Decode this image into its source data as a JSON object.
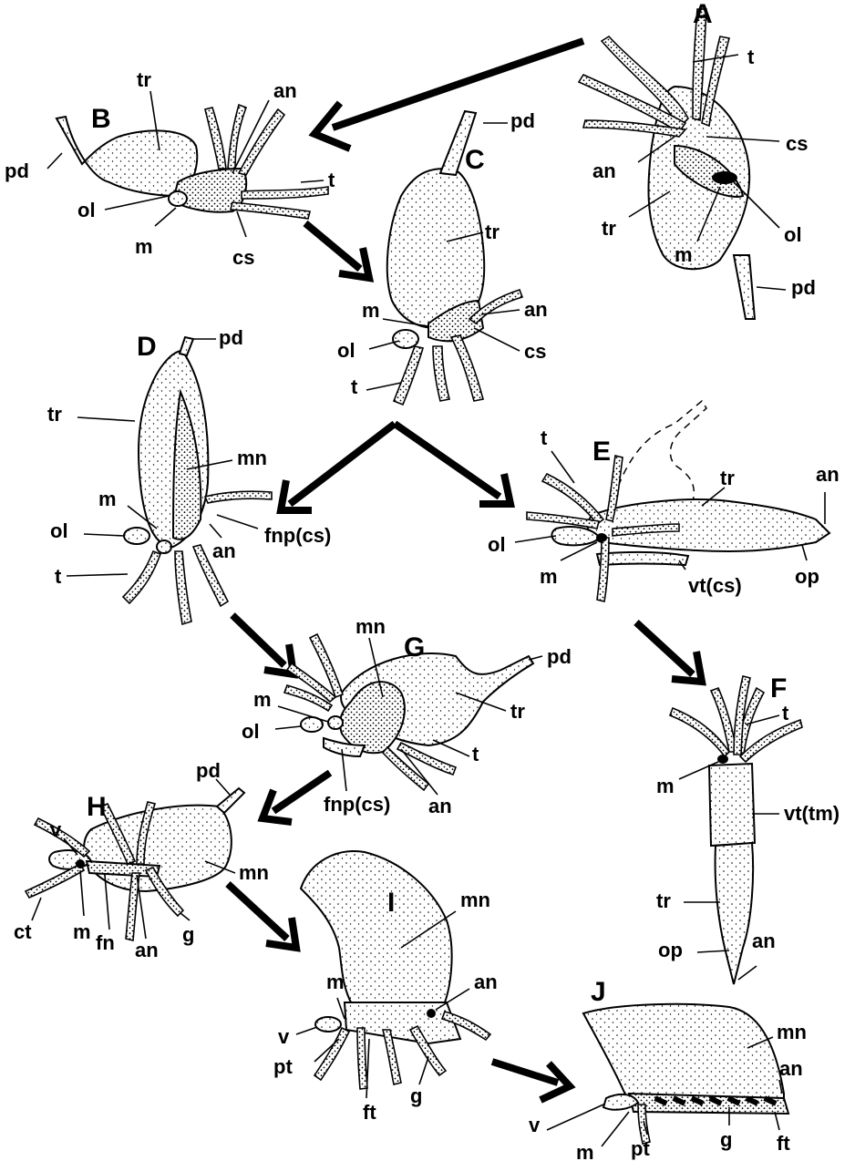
{
  "panels": [
    "A",
    "B",
    "C",
    "D",
    "E",
    "F",
    "G",
    "H",
    "I",
    "J"
  ],
  "labels": {
    "A": [
      "t",
      "cs",
      "an",
      "tr",
      "ol",
      "m",
      "pd"
    ],
    "B": [
      "tr",
      "an",
      "pd",
      "t",
      "ol",
      "m",
      "cs"
    ],
    "C": [
      "pd",
      "tr",
      "m",
      "an",
      "ol",
      "cs",
      "t"
    ],
    "D": [
      "pd",
      "tr",
      "mn",
      "m",
      "ol",
      "an",
      "fnp(cs)",
      "t"
    ],
    "E": [
      "t",
      "tr",
      "an",
      "ol",
      "m",
      "vt(cs)",
      "op"
    ],
    "F": [
      "t",
      "m",
      "vt(tm)",
      "tr",
      "op",
      "an"
    ],
    "G": [
      "mn",
      "pd",
      "tr",
      "m",
      "ol",
      "t",
      "an",
      "fnp(cs)"
    ],
    "H": [
      "pd",
      "v",
      "mn",
      "ct",
      "m",
      "fn",
      "an",
      "g"
    ],
    "I": [
      "mn",
      "m",
      "an",
      "v",
      "pt",
      "ft",
      "g"
    ],
    "J": [
      "mn",
      "an",
      "v",
      "m",
      "pt",
      "g",
      "ft"
    ]
  },
  "colors": {
    "ink": "#000000",
    "background": "#ffffff"
  }
}
